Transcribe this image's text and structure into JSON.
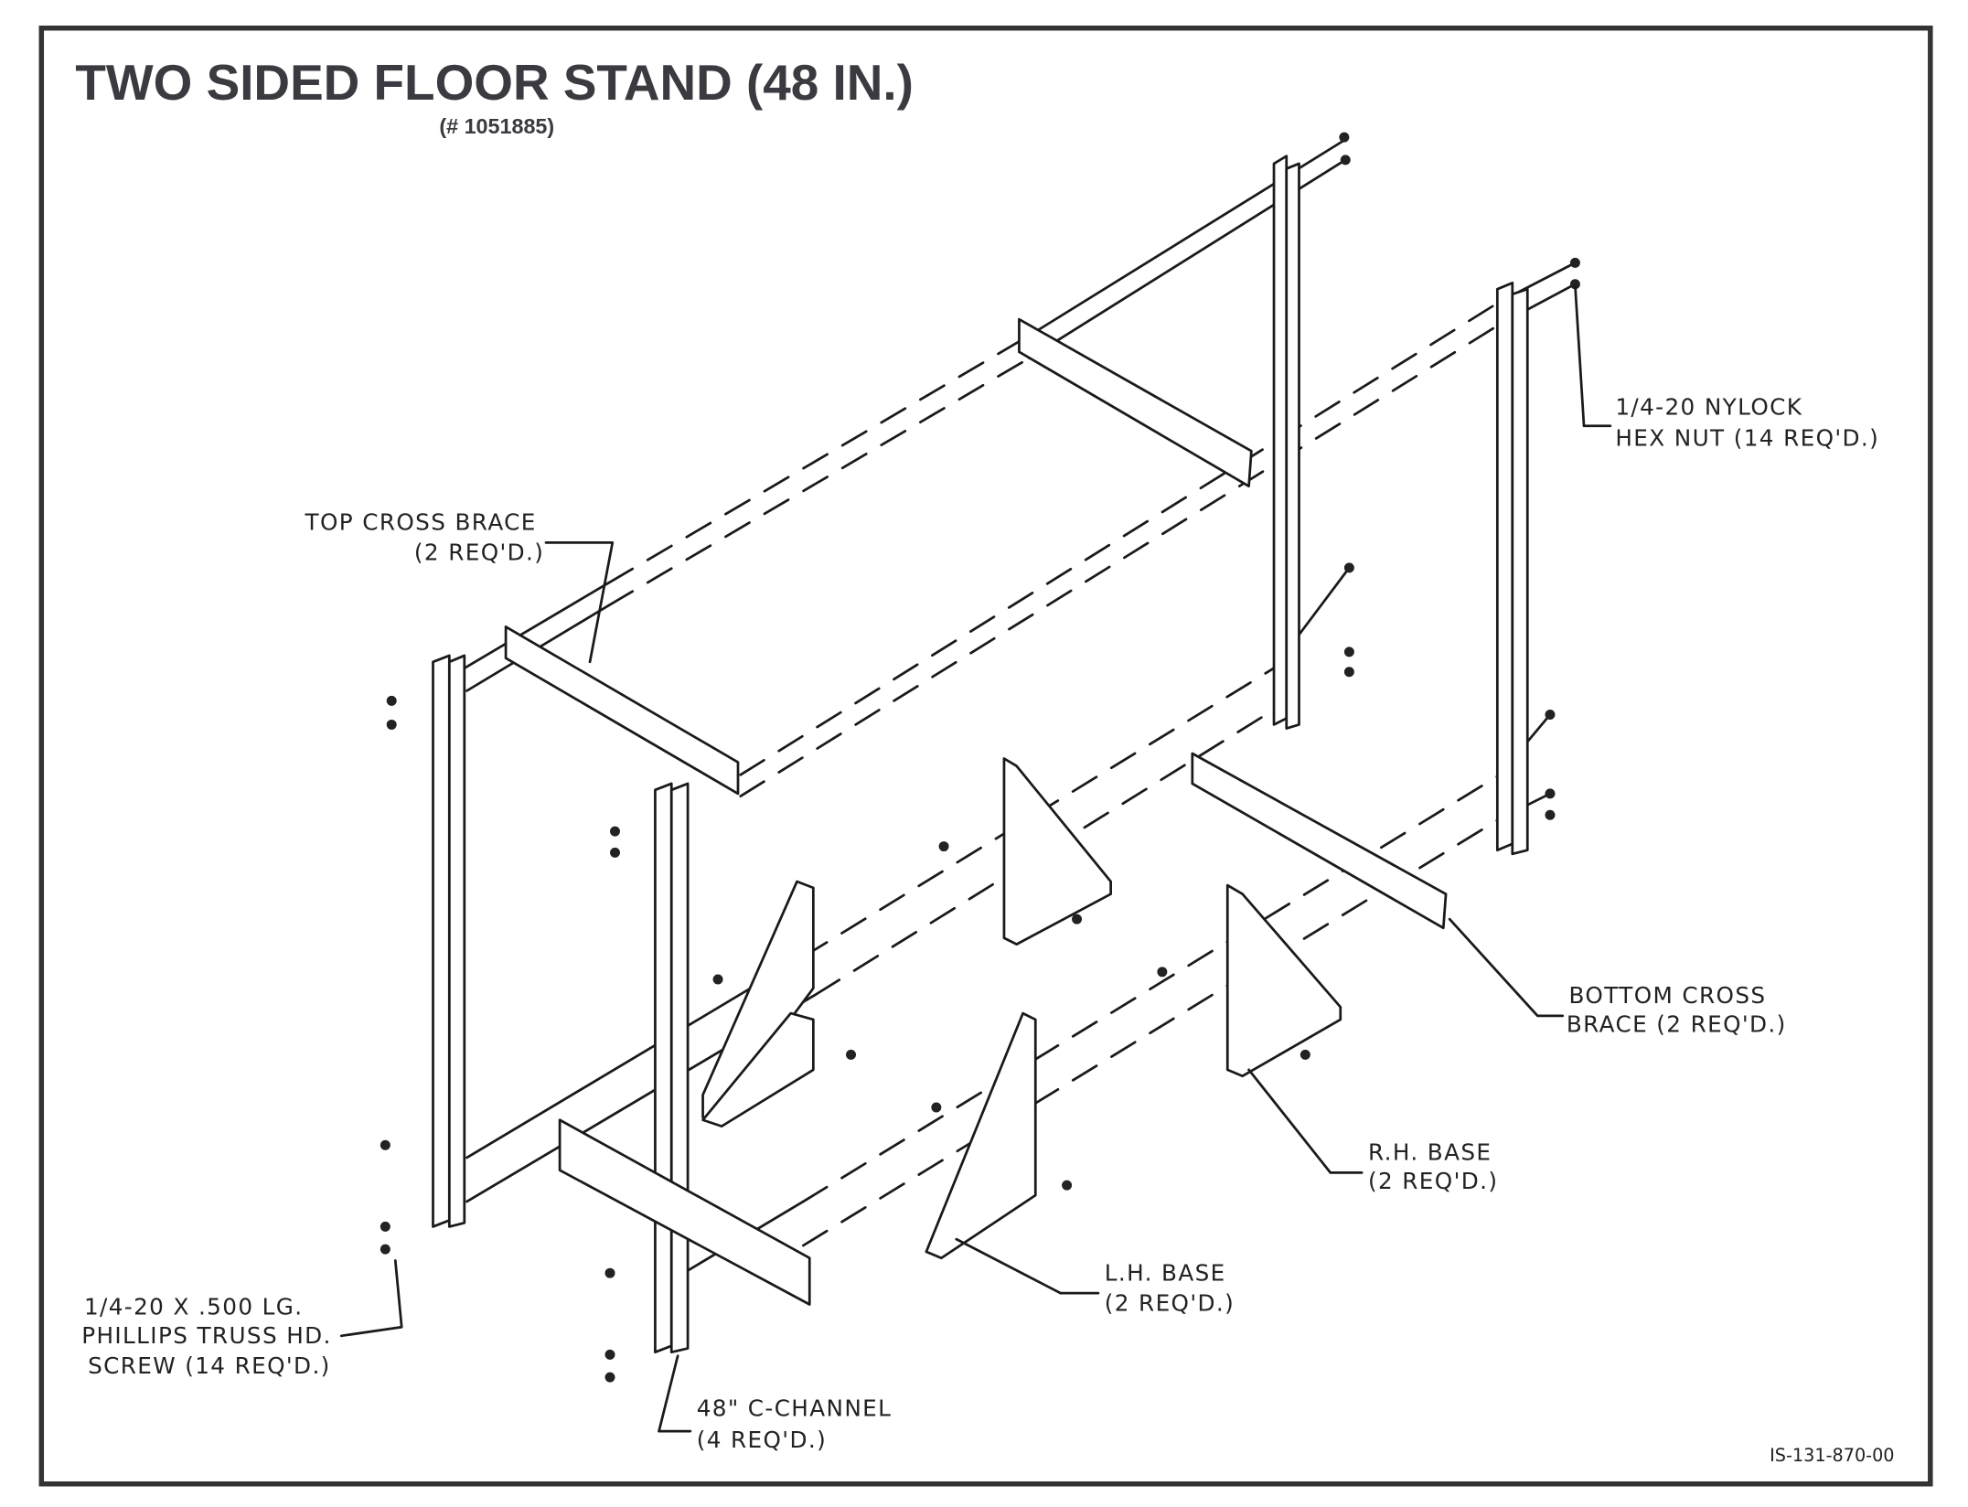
{
  "title": "TWO SIDED FLOOR STAND (48 IN.)",
  "part_number": "(# 1051885)",
  "drawing_code": "IS-131-870-00",
  "callouts": {
    "top_cross_brace": [
      "TOP CROSS BRACE",
      "(2 REQ'D.)"
    ],
    "nylock_nut": [
      "1/4-20 NYLOCK",
      "HEX NUT (14 REQ'D.)"
    ],
    "bottom_cross_brace": [
      "BOTTOM CROSS",
      "BRACE (2 REQ'D.)"
    ],
    "rh_base": [
      "R.H. BASE",
      "(2 REQ'D.)"
    ],
    "lh_base": [
      "L.H. BASE",
      "(2 REQ'D.)"
    ],
    "screw": [
      "1/4-20 X .500 LG.",
      "PHILLIPS TRUSS HD.",
      "SCREW (14 REQ'D.)"
    ],
    "c_channel": [
      "48\" C-CHANNEL",
      "(4 REQ'D.)"
    ]
  }
}
